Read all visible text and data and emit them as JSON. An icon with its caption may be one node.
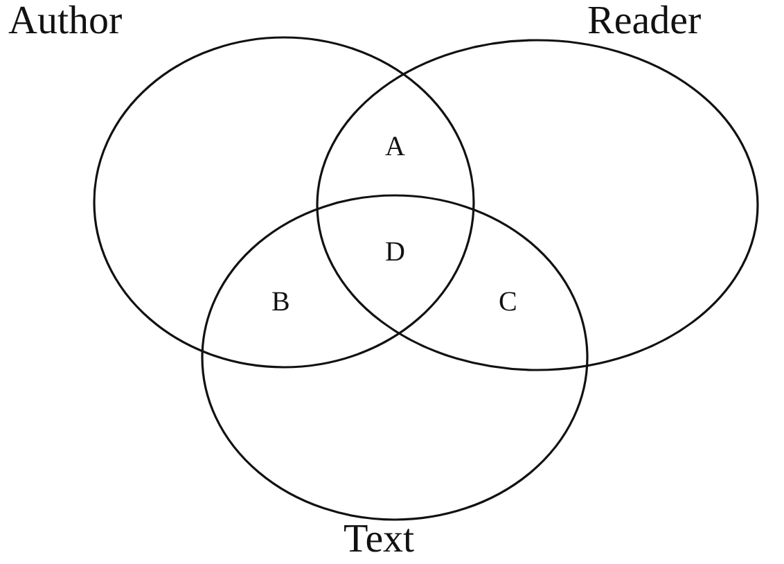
{
  "diagram": {
    "nodes": [
      {
        "text": [
          "Author"
        ]
      },
      {
        "text": [
          "Reader"
        ]
      },
      {
        "text": [
          "Text"
        ]
      }
    ],
    "labels": [
      "A",
      "D",
      "B",
      "C"
    ]
  }
}
